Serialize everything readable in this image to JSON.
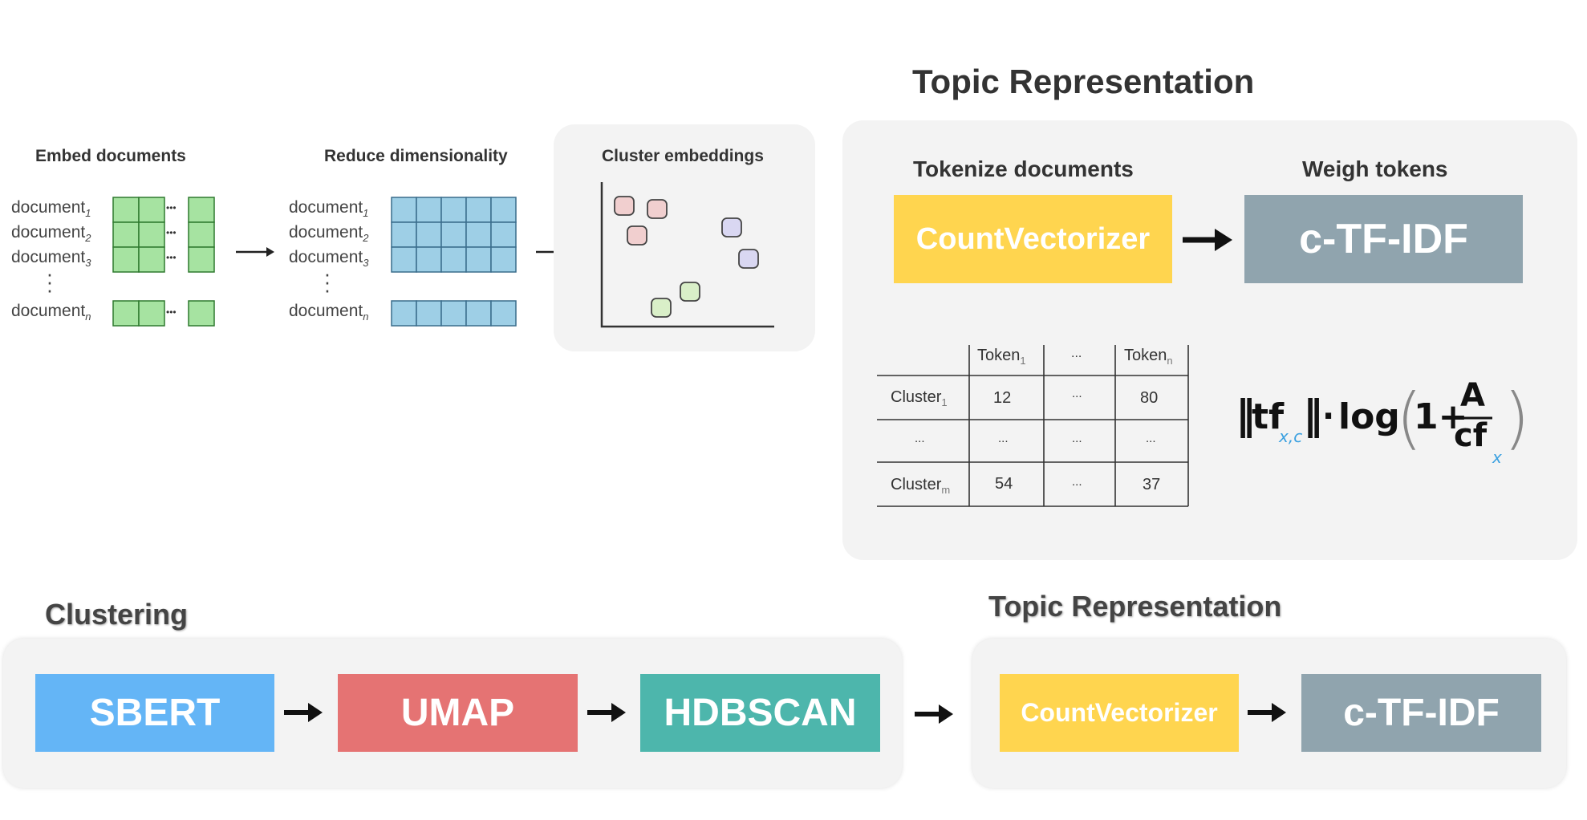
{
  "top": {
    "topic_heading": "Topic Representation",
    "embed": {
      "title": "Embed documents",
      "docs": [
        {
          "label": "document",
          "sub": "1"
        },
        {
          "label": "document",
          "sub": "2"
        },
        {
          "label": "document",
          "sub": "3"
        },
        {
          "label": "document",
          "sub": "n"
        }
      ],
      "ellipsis": "•••",
      "color": "#a6e3a1"
    },
    "reduce": {
      "title": "Reduce dimensionality",
      "docs": [
        {
          "label": "document",
          "sub": "1"
        },
        {
          "label": "document",
          "sub": "2"
        },
        {
          "label": "document",
          "sub": "3"
        },
        {
          "label": "document",
          "sub": "n"
        }
      ],
      "color": "#9ecfe6"
    },
    "cluster": {
      "title": "Cluster embeddings",
      "colors": {
        "red": "#f1cfcf",
        "purple": "#d9d7f2",
        "green": "#d9efc8"
      }
    },
    "tokenize": {
      "title": "Tokenize documents",
      "box_label": "CountVectorizer",
      "color": "#ffd54f"
    },
    "weigh": {
      "title": "Weigh tokens",
      "box_label": "c-TF-IDF",
      "color": "#90a4ae"
    },
    "table": {
      "headers": [
        {
          "label": "Token",
          "sub": "1"
        },
        {
          "label": "...",
          "sub": ""
        },
        {
          "label": "Token",
          "sub": "n"
        }
      ],
      "rows": [
        {
          "label": "Cluster",
          "sub": "1",
          "cells": [
            "12",
            "...",
            "80"
          ]
        },
        {
          "label": "...",
          "sub": "",
          "cells": [
            "...",
            "...",
            "..."
          ]
        },
        {
          "label": "Cluster",
          "sub": "m",
          "cells": [
            "54",
            "...",
            "37"
          ]
        }
      ]
    },
    "formula": {
      "tf": "tf",
      "tf_sub": "x,c",
      "dot": "·",
      "log": "log",
      "one_plus": "1+",
      "numerator": "A",
      "denominator": "cf",
      "den_sub": "x"
    }
  },
  "bottom": {
    "clustering_heading": "Clustering",
    "topic_heading": "Topic Representation",
    "steps": [
      {
        "label": "SBERT",
        "color": "#64b5f6"
      },
      {
        "label": "UMAP",
        "color": "#e57373"
      },
      {
        "label": "HDBSCAN",
        "color": "#4db6ac"
      }
    ],
    "topic_steps": [
      {
        "label": "CountVectorizer",
        "color": "#ffd54f"
      },
      {
        "label": "c-TF-IDF",
        "color": "#90a4ae"
      }
    ]
  }
}
